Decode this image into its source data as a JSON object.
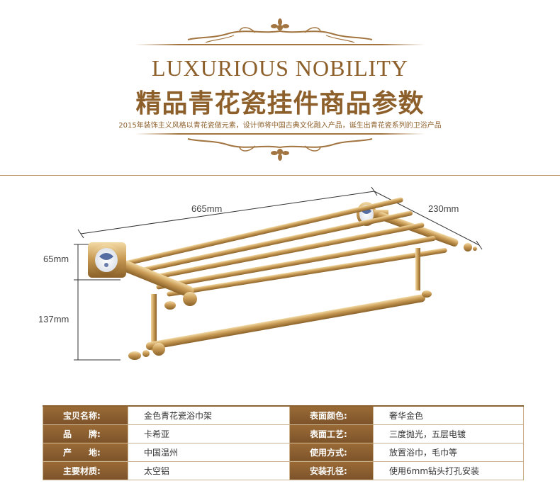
{
  "header": {
    "title_en": "LUXURIOUS NOBILITY",
    "title_cn": "精品青花瓷挂件商品参数",
    "subtitle": "2015年装饰主义风格以青花瓷做元素，设计师将中国古典文化融入产品，诞生出青花瓷系列的卫浴产品"
  },
  "dimensions": {
    "width": "665mm",
    "depth": "230mm",
    "height_upper": "65mm",
    "height_lower": "137mm"
  },
  "specs": [
    {
      "label1": "宝贝名称:",
      "value1": "金色青花瓷浴巾架",
      "label2": "表面颜色:",
      "value2": "奢华金色"
    },
    {
      "label1": "品　　牌:",
      "value1": "卡希亚",
      "label2": "表面工艺:",
      "value2": "三度抛光，五层电镀"
    },
    {
      "label1": "产　　地:",
      "value1": "中国温州",
      "label2": "使用方式:",
      "value2": "放置浴巾，毛巾等"
    },
    {
      "label1": "主要材质:",
      "value1": "太空铝",
      "label2": "安装孔径:",
      "value2": "使用6mm钻头打孔安装"
    }
  ],
  "colors": {
    "accent_gold": "#8d5f2a",
    "table_header": "#8a5c2e"
  }
}
